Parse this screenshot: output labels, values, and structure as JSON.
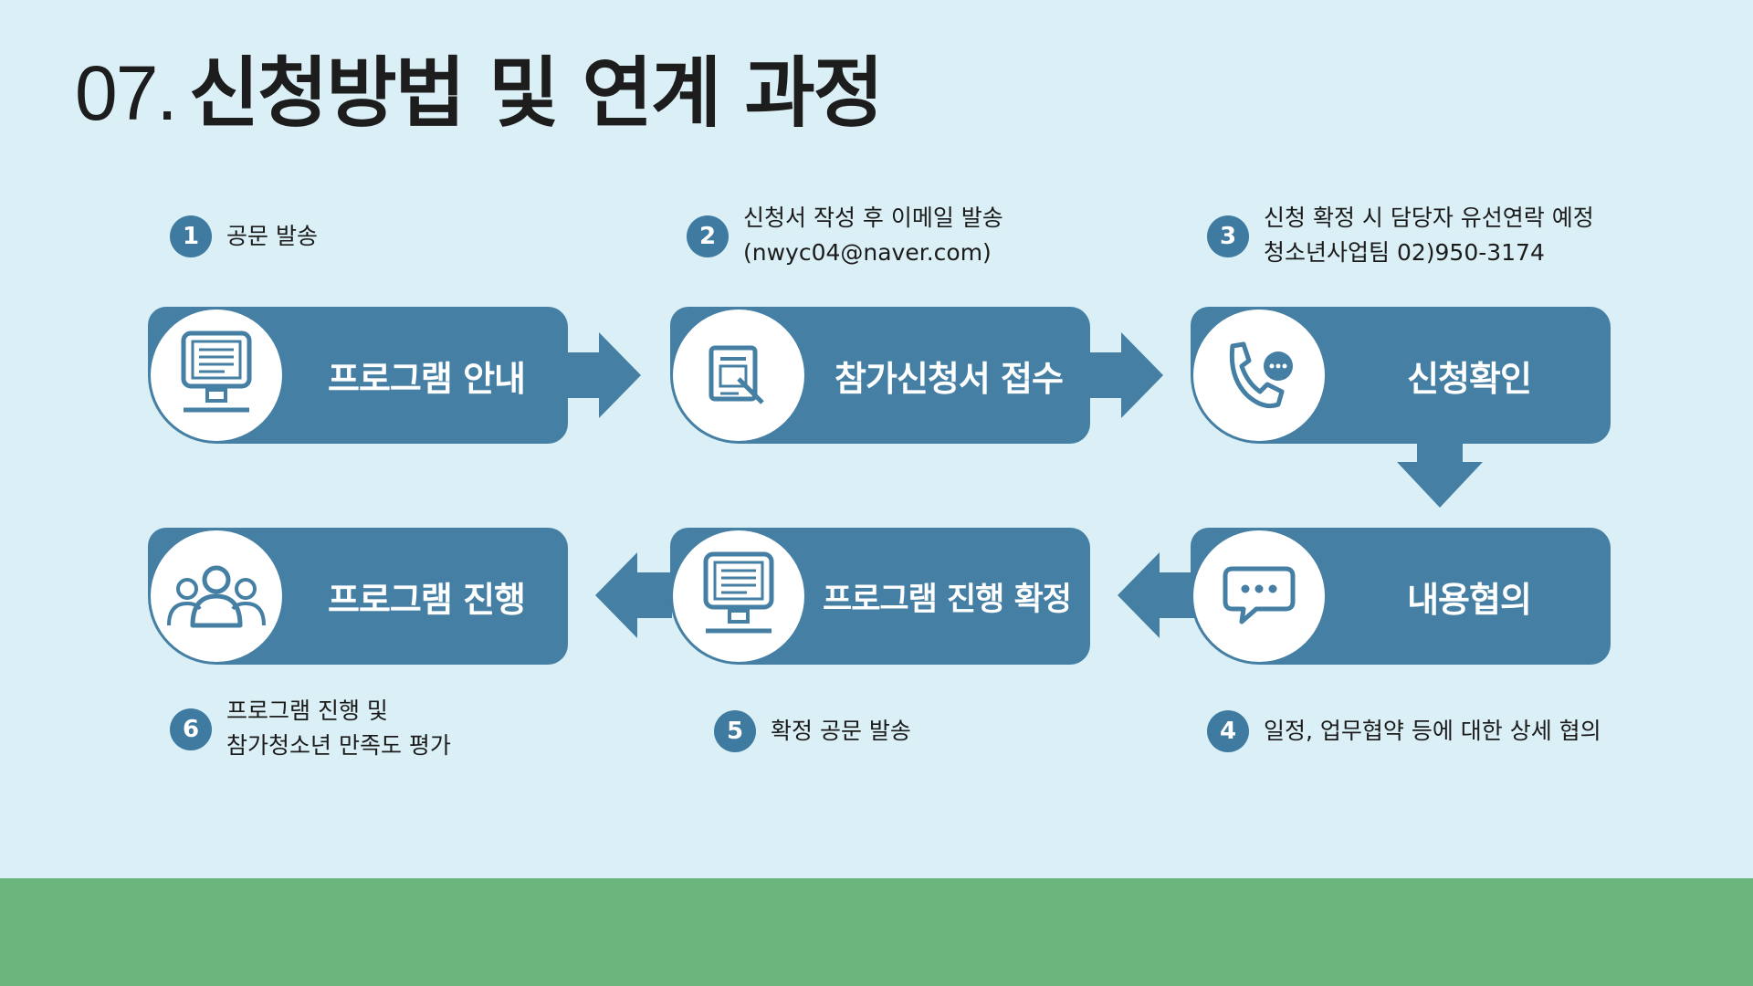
{
  "title": {
    "number": "07.",
    "text": "신청방법 및 연계 과정"
  },
  "colors": {
    "card": "#457fa4",
    "background": "#dbf0f6",
    "band": "#6ab67c",
    "badge": "#3f7aa0"
  },
  "cards": [
    {
      "label": "프로그램 안내",
      "icon": "monitor-icon"
    },
    {
      "label": "참가신청서 접수",
      "icon": "document-icon"
    },
    {
      "label": "신청확인",
      "icon": "phone-chat-icon"
    },
    {
      "label": "내용협의",
      "icon": "speech-bubble-icon"
    },
    {
      "label": "프로그램 진행 확정",
      "icon": "monitor-icon"
    },
    {
      "label": "프로그램 진행",
      "icon": "people-group-icon"
    }
  ],
  "steps": [
    {
      "number": "1",
      "line1": "공문 발송",
      "line2": ""
    },
    {
      "number": "2",
      "line1": "신청서 작성 후 이메일 발송",
      "line2": "(nwyc04@naver.com)"
    },
    {
      "number": "3",
      "line1": "신청 확정 시 담당자 유선연락 예정",
      "line2": "청소년사업팀 02)950-3174"
    },
    {
      "number": "4",
      "line1": "일정, 업무협약 등에 대한 상세 협의",
      "line2": ""
    },
    {
      "number": "5",
      "line1": "확정 공문 발송",
      "line2": ""
    },
    {
      "number": "6",
      "line1": "프로그램 진행 및",
      "line2": "참가청소년 만족도 평가"
    }
  ]
}
